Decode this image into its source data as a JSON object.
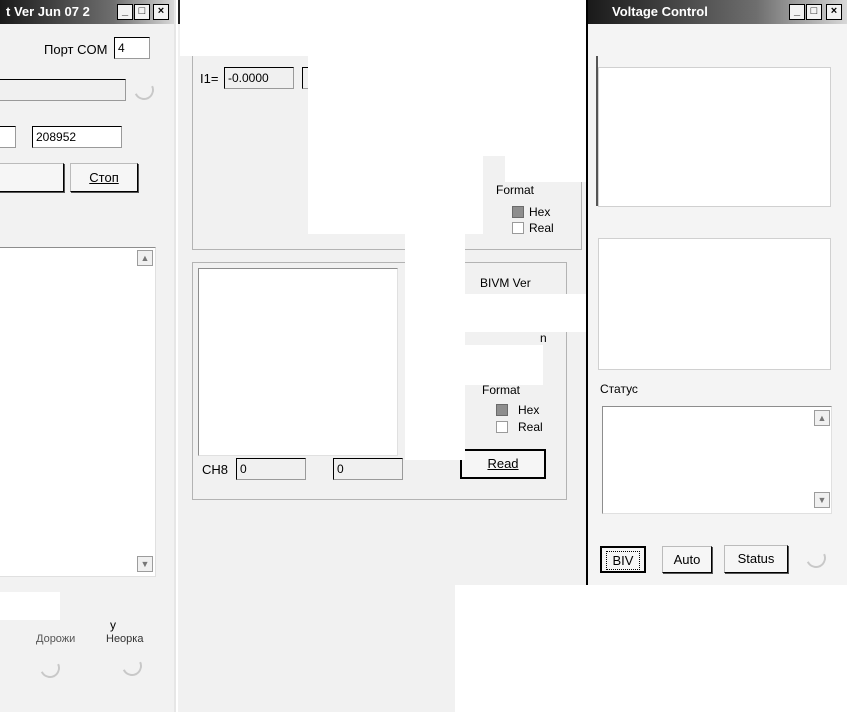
{
  "left_window": {
    "title": "t Ver Jun 07 2",
    "port_label": "Порт COM",
    "port_value": "4",
    "number_value": "208952",
    "stop_label": "Стоп",
    "bottom_fragment_1": "y",
    "bottom_fragment_2": "Дорожи",
    "bottom_fragment_3": "Неорка"
  },
  "middle_window": {
    "i1_label": "I1=",
    "i1_value": "-0.0000",
    "format_label": "Format",
    "hex_label": "Hex",
    "real_label": "Real",
    "bivm_ver_label": "BIVM Ver",
    "bivm_label_fragment": "BI",
    "bivm_label_fragment_end": "n",
    "format_label_2": "Format",
    "hex_label_2": "Hex",
    "real_label_2": "Real",
    "ch8_label": "CH8",
    "ch8_value_1": "0",
    "ch8_value_2": "0",
    "read_button": "Read"
  },
  "right_window": {
    "title": "Voltage Control",
    "status_label": "Статус",
    "biv_button": "BIV",
    "auto_button": "Auto",
    "status_button": "Status"
  },
  "window_controls": {
    "minimize": "_",
    "maximize": "□",
    "close": "×"
  },
  "colors": {
    "title_gradient_start": "#1a1a1a",
    "window_bg": "#f2f2f2",
    "radio_fill": "#8e8e8e"
  }
}
